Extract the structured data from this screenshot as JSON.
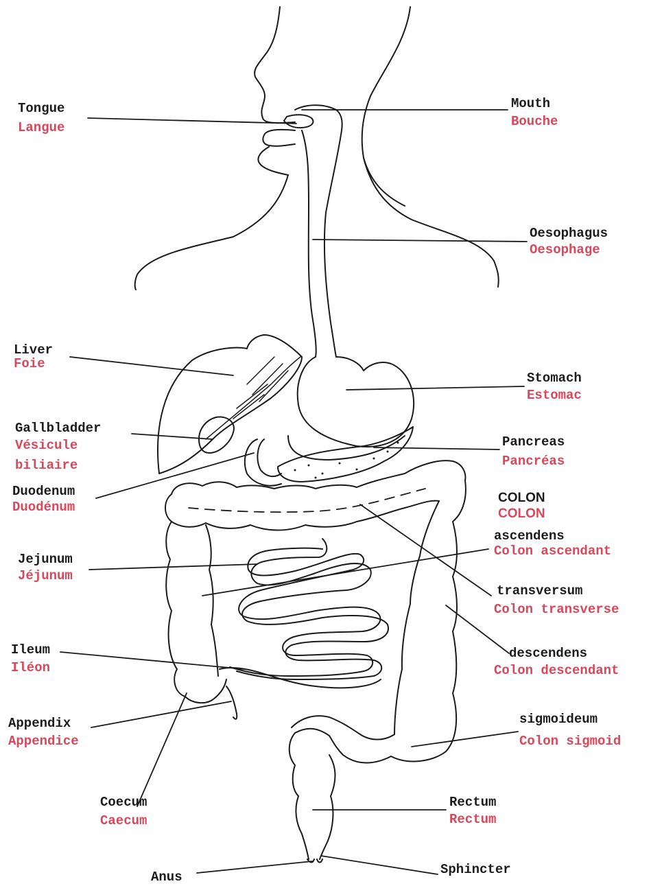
{
  "colors": {
    "english": "#1c1c1c",
    "french": "#d9475a",
    "line": "#1a1a1a"
  },
  "labels": {
    "tongue": {
      "en": "Tongue",
      "fr": "Langue"
    },
    "mouth": {
      "en": "Mouth",
      "fr": "Bouche"
    },
    "oesophagus": {
      "en": "Oesophagus",
      "fr": "Oesophage"
    },
    "liver": {
      "en": "Liver",
      "fr": "Foie"
    },
    "stomach": {
      "en": "Stomach",
      "fr": "Estomac"
    },
    "gallbladder": {
      "en": "Gallbladder",
      "fr1": "Vésicule",
      "fr2": "biliaire"
    },
    "pancreas": {
      "en": "Pancreas",
      "fr": "Pancréas"
    },
    "duodenum": {
      "en": "Duodenum",
      "fr": "Duodénum"
    },
    "colon": {
      "en": "COLON",
      "fr": "COLON"
    },
    "ascendens": {
      "en": "ascendens",
      "fr": "Colon ascendant"
    },
    "jejunum": {
      "en": "Jejunum",
      "fr": "Jéjunum"
    },
    "transversum": {
      "en": "transversum",
      "fr": "Colon transverse"
    },
    "ileum": {
      "en": "Ileum",
      "fr": "Iléon"
    },
    "descendens": {
      "en": "descendens",
      "fr": "Colon descendant"
    },
    "appendix": {
      "en": "Appendix",
      "fr": "Appendice"
    },
    "sigmoideum": {
      "en": "sigmoideum",
      "fr": "Colon sigmoid"
    },
    "coecum": {
      "en": "Coecum",
      "fr": "Caecum"
    },
    "rectum": {
      "en": "Rectum",
      "fr": "Rectum"
    },
    "anus": {
      "en": "Anus"
    },
    "sphincter": {
      "en": "Sphincter"
    }
  }
}
